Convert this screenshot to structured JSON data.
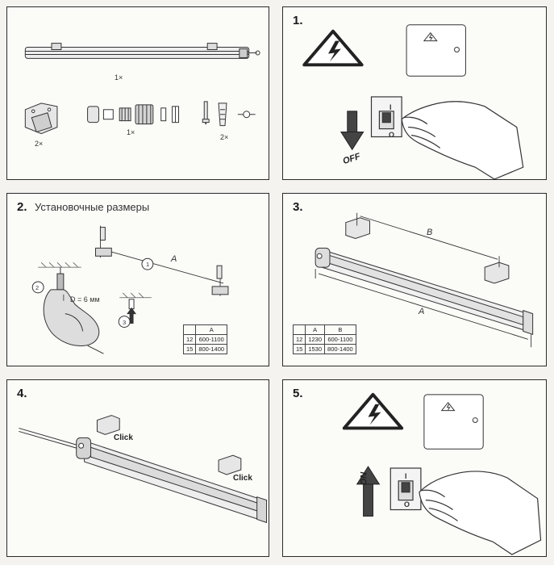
{
  "panel_parts": {
    "fixture_qty": "1×",
    "bracket_qty": "2×",
    "connector_qty": "1×",
    "screw_qty": "2×"
  },
  "panel_step1": {
    "number": "1.",
    "switch_on_mark": "I",
    "switch_off_mark": "O",
    "action_label": "OFF"
  },
  "panel_step2": {
    "number": "2.",
    "title": "Установочные размеры",
    "dimension_letter": "A",
    "callout_1": "1",
    "callout_2": "2",
    "callout_3": "3",
    "drill_label": "D = 6 мм",
    "table": {
      "header": [
        "",
        "A"
      ],
      "rows": [
        [
          "12",
          "600-1100"
        ],
        [
          "15",
          "800-1400"
        ]
      ]
    }
  },
  "panel_step3": {
    "number": "3.",
    "dimension_a": "A",
    "dimension_b": "B",
    "table": {
      "header": [
        "",
        "A",
        "B"
      ],
      "rows": [
        [
          "12",
          "1230",
          "600-1100"
        ],
        [
          "15",
          "1530",
          "800-1400"
        ]
      ]
    }
  },
  "panel_step4": {
    "number": "4.",
    "click_label_1": "Click",
    "click_label_2": "Click"
  },
  "panel_step5": {
    "number": "5.",
    "switch_on_mark": "I",
    "switch_off_mark": "O",
    "action_label": "ON"
  }
}
